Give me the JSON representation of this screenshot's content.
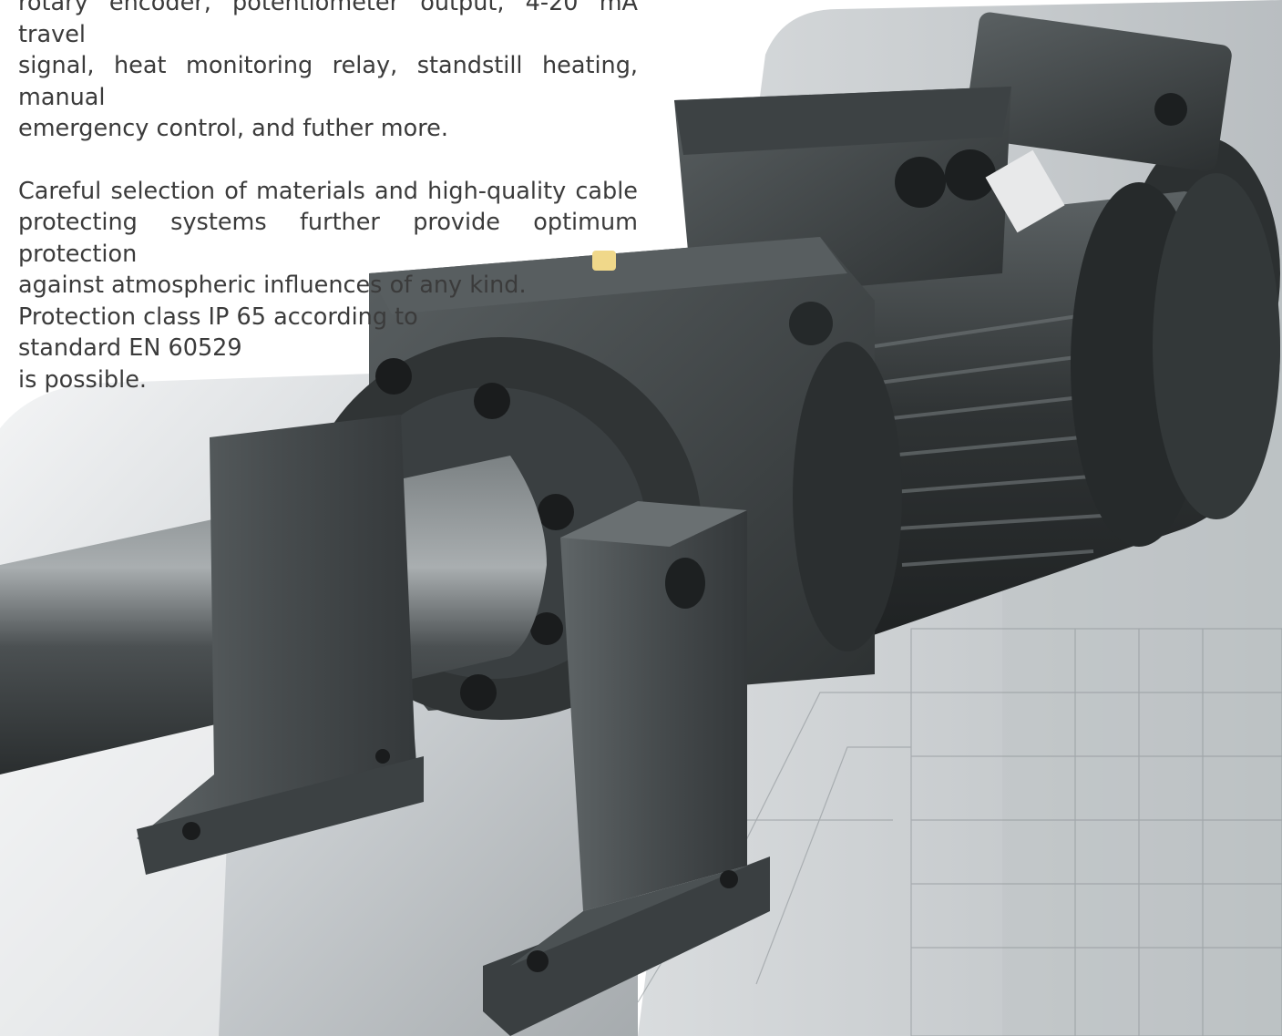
{
  "document": {
    "paragraph_1": [
      "rotary encoder, potentiometer output, 4-20 mA travel",
      "signal, heat monitoring relay, standstill heating, manual",
      "emergency control, and futher more."
    ],
    "paragraph_2": [
      "Careful selection of materials and high-quality cable",
      "protecting systems further provide optimum protection",
      "against atmospheric influences of any kind.",
      "Protection class IP 65 according to",
      "standard EN 60529",
      "is possible."
    ]
  },
  "colors": {
    "text": "#3b3b3b",
    "metal_dark": "#2e3233",
    "metal_mid": "#4a4f51",
    "metal_light": "#7a8082",
    "background_grey": "#c9cdd0"
  },
  "icons": [
    "electric-linear-actuator-photo",
    "technical-drawing-background"
  ]
}
